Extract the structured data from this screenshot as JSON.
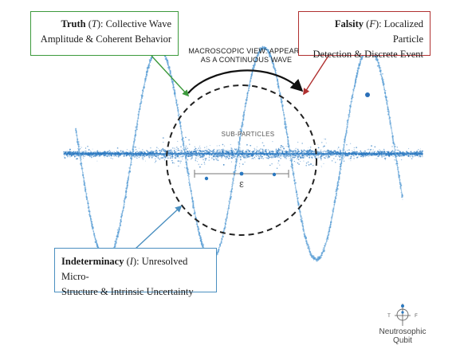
{
  "callouts": {
    "truth": {
      "term": "Truth",
      "symbol_open": " (",
      "symbol": "T",
      "symbol_close": "): ",
      "line1_rest": "Collective Wave",
      "line2": "Amplitude & Coherent Behavior"
    },
    "falsity": {
      "term": "Falsity",
      "symbol_open": " (",
      "symbol": "F",
      "symbol_close": "): ",
      "line1_rest": "Localized Particle",
      "line2": "Detection & Discrete Event"
    },
    "indeterminacy": {
      "term": "Indeterminacy",
      "symbol_open": " (",
      "symbol": "I",
      "symbol_close": "): ",
      "line1_rest": "Unresolved Micro-",
      "line2": "Structure & Intrinsic Uncertainty"
    }
  },
  "labels": {
    "macro_line1": "MACROSCOPIC VIEW: APPEARS",
    "macro_line2": "AS A CONTINUOUS WAVE",
    "sub_particles": "SUB-PARTICLES",
    "epsilon": "ε"
  },
  "logo": {
    "left_mark": "T",
    "right_mark": "F",
    "line1": "Neutrosophic",
    "line2": "Qubit"
  },
  "colors": {
    "wave": "#5b9fd6",
    "particle": "#2a78c0",
    "truth_accent": "#3c9a3c",
    "falsity_accent": "#b03030",
    "indeterminacy_accent": "#4a8fc0",
    "circle": "#222222"
  }
}
